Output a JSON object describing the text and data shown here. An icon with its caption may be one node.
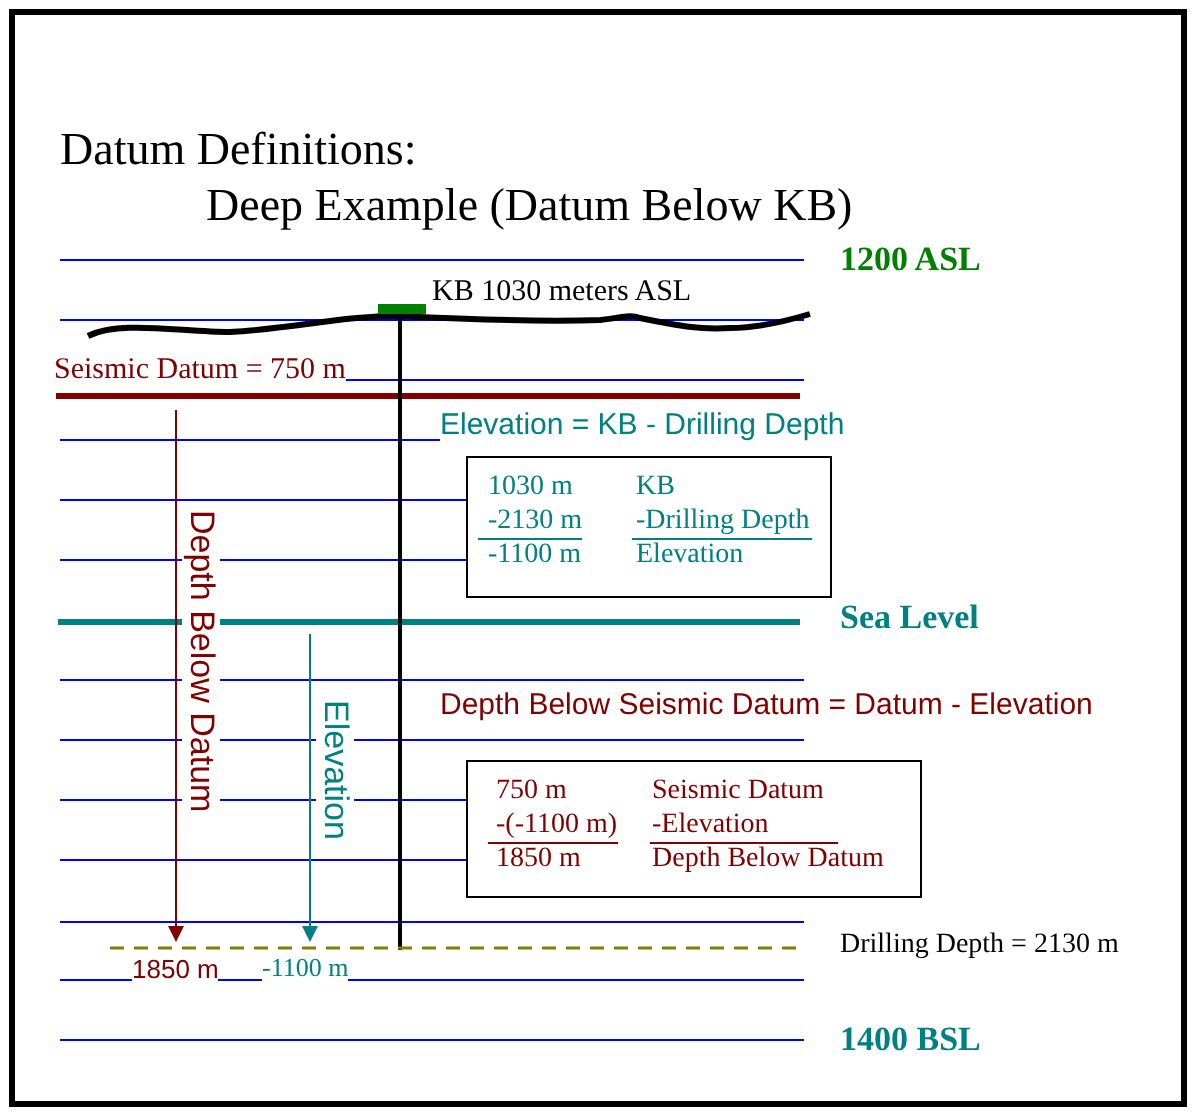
{
  "diagram": {
    "title": "Datum Definitions:",
    "nodes": [
      {
        "text": [
          "1030 m",
          "KB",
          "-2130 m",
          "-Drilling Depth",
          "-1100 m",
          "Elevation"
        ],
        "beside": [
          "Elevation = KB - Drilling Depth"
        ]
      },
      {
        "text": [
          "750 m",
          "Seismic Datum",
          "-(-1100 m)",
          "-Elevation",
          "1850 m",
          "Depth Below Datum"
        ],
        "beside": [
          "Depth Below Seismic Datum = Datum - Elevation"
        ]
      }
    ],
    "labels": [
      "Deep Example (Datum Below KB)",
      "1200 ASL",
      "KB 1030 meters ASL",
      "Seismic Datum = 750 m",
      "Sea Level",
      "Depth Below Datum",
      "Elevation",
      "Drilling Depth = 2130 m",
      "1850 m",
      "-1100 m",
      "1400 BSL"
    ]
  }
}
